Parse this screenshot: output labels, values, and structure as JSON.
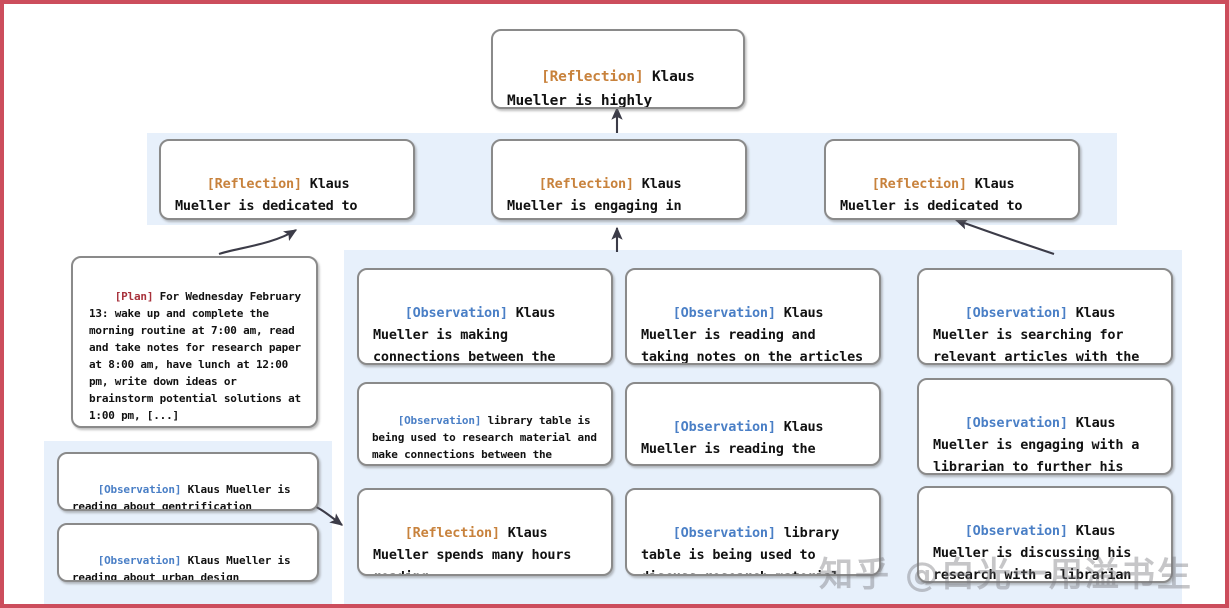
{
  "colors": {
    "border_frame": "#cc4d5c",
    "panel_bg": "#e7f0fb",
    "node_border": "#8a8a8a",
    "tag_reflection": "#c8823c",
    "tag_observation": "#4a7fc6",
    "tag_plan": "#a8323c",
    "arrow": "#3c3c48"
  },
  "tags": {
    "reflection": "[Reflection]",
    "observation": "[Observation]",
    "plan": "[Plan]"
  },
  "nodes": {
    "root_reflection": {
      "tag": "[Reflection]",
      "text": " Klaus Mueller is highly dedicated to research"
    },
    "mid_reflection_left": {
      "tag": "[Reflection]",
      "text": " Klaus Mueller is dedicated to research"
    },
    "mid_reflection_center": {
      "tag": "[Reflection]",
      "text": " Klaus Mueller is engaging in research activities"
    },
    "mid_reflection_right": {
      "tag": "[Reflection]",
      "text": " Klaus Mueller is dedicated to research"
    },
    "plan_box": {
      "tag": "[Plan]",
      "text": " For Wednesday February 13: wake up and complete the morning routine at 7:00 am, read and take notes for research paper at 8:00 am, have lunch at 12:00 pm, write down ideas or brainstorm potential solutions at 1:00 pm, [...]"
    },
    "obs_left_bottom_1": {
      "tag": "[Observation]",
      "text": " Klaus Mueller is reading about gentrification"
    },
    "obs_left_bottom_2": {
      "tag": "[Observation]",
      "text": " Klaus Mueller is reading about urban design"
    },
    "col1_obs_1": {
      "tag": "[Observation]",
      "text": " Klaus Mueller is making connections between the articles"
    },
    "col1_obs_2": {
      "tag": "[Observation]",
      "text": " library table is being used to research material and make connections between the articles"
    },
    "col1_reflection_3": {
      "tag": "[Reflection]",
      "text": " Klaus Mueller spends many hours reading"
    },
    "col2_obs_1": {
      "tag": "[Observation]",
      "text": " Klaus Mueller is reading and taking notes on the articles"
    },
    "col2_obs_2": {
      "tag": "[Observation]",
      "text": " Klaus Mueller is reading the assigned material"
    },
    "col2_obs_3": {
      "tag": "[Observation]",
      "text": " library table is being used to discuss research material"
    },
    "col3_obs_1": {
      "tag": "[Observation]",
      "text": " Klaus Mueller is searching for relevant articles with the help of a librarian"
    },
    "col3_obs_2": {
      "tag": "[Observation]",
      "text": " Klaus Mueller is engaging with a librarian to further his research"
    },
    "col3_obs_3": {
      "tag": "[Observation]",
      "text": " Klaus Mueller is discussing his research with a librarian"
    }
  },
  "watermark": {
    "text": "知乎 @白光一用溢书生"
  }
}
